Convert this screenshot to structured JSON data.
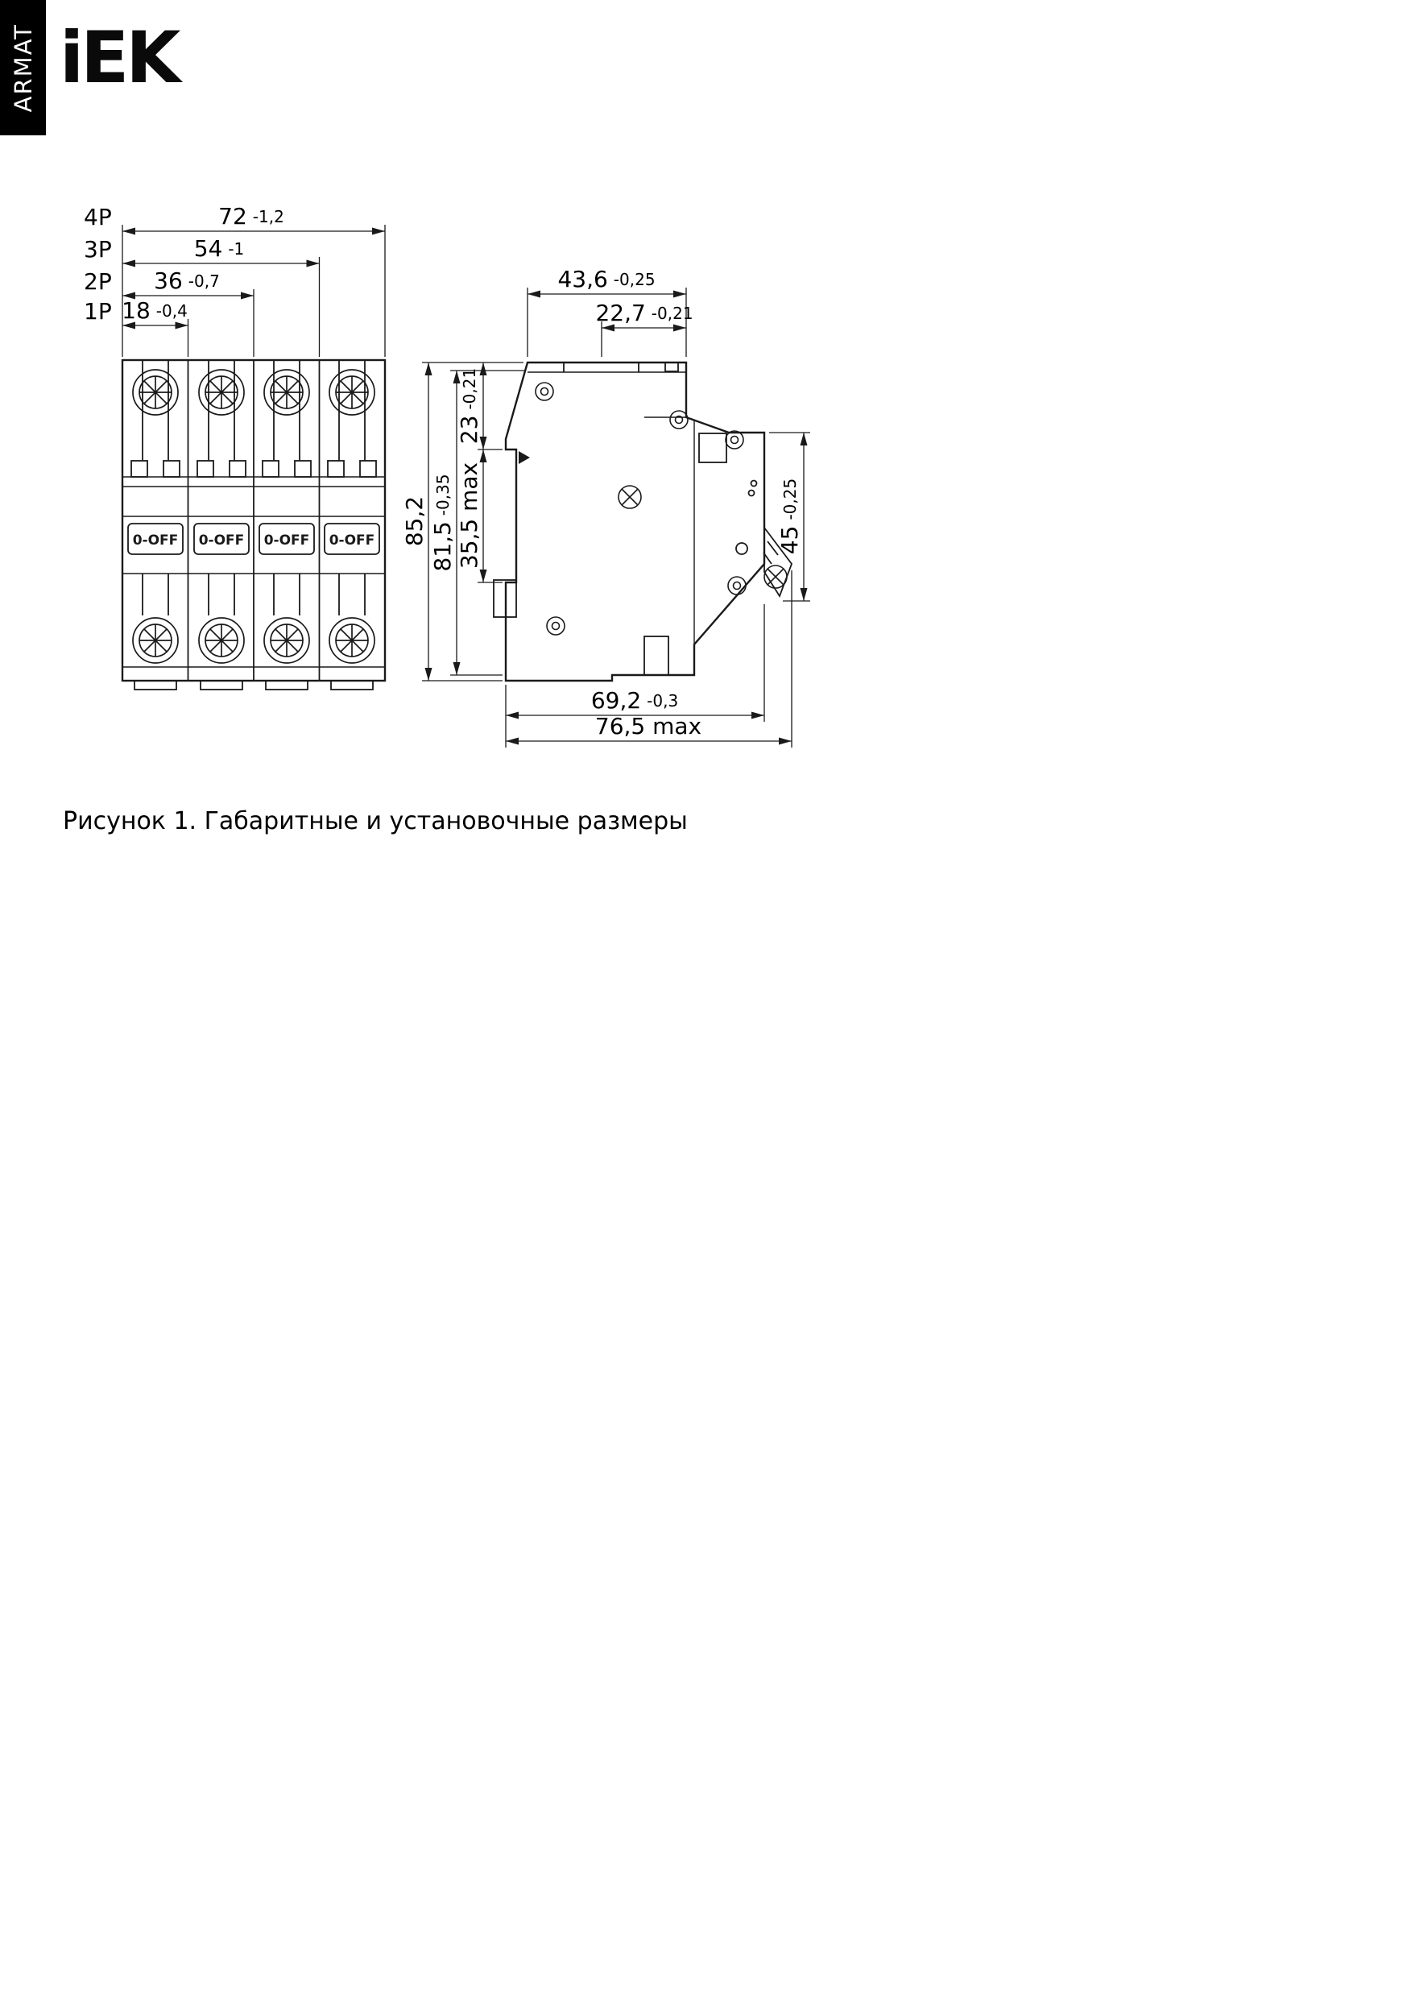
{
  "brand": {
    "sidebar": "ARMAT",
    "logo": "iEK"
  },
  "front_view": {
    "switch_label": "0-OFF",
    "dims": [
      {
        "pole": "4P",
        "value": "72",
        "tol": "-1,2"
      },
      {
        "pole": "3P",
        "value": "54",
        "tol": "-1"
      },
      {
        "pole": "2P",
        "value": "36",
        "tol": "-0,7"
      },
      {
        "pole": "1P",
        "value": "18",
        "tol": "-0,4"
      }
    ]
  },
  "side_view": {
    "dims": {
      "top_width": {
        "value": "43,6",
        "tol": "-0,25"
      },
      "upper_width": {
        "value": "22,7",
        "tol": "-0,21"
      },
      "back_offset": {
        "value": "23",
        "tol": "-0,21"
      },
      "rail_height": {
        "value": "35,5 max",
        "tol": ""
      },
      "body_height": {
        "value": "81,5",
        "tol": "-0,35"
      },
      "total_height": {
        "value": "85,2",
        "tol": ""
      },
      "front_height": {
        "value": "45",
        "tol": "-0,25"
      },
      "depth": {
        "value": "69,2",
        "tol": "-0,3"
      },
      "max_depth": {
        "value": "76,5 max",
        "tol": ""
      }
    }
  },
  "caption": "Рисунок 1. Габаритные и установочные размеры"
}
